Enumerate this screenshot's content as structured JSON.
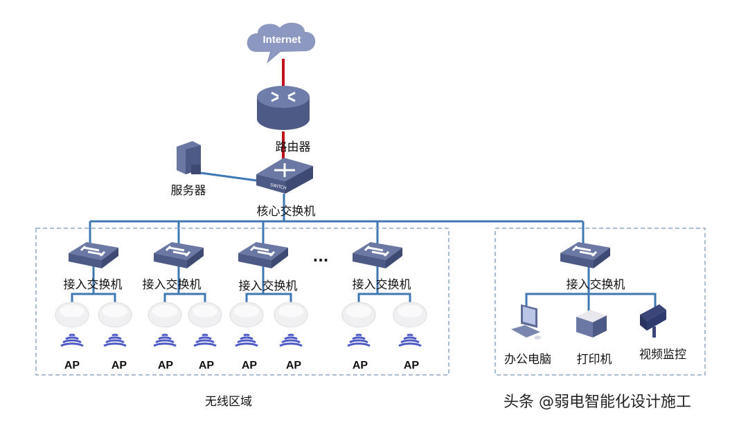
{
  "colors": {
    "link_blue": "#3d78b5",
    "wan_red": "#c0121b",
    "device": "#5d6b95",
    "zone_border": "#8aa7c8"
  },
  "internet": {
    "label": "Internet",
    "icon": "cloud-icon"
  },
  "router": {
    "label": "路由器",
    "icon": "router-icon"
  },
  "server": {
    "label": "服务器",
    "icon": "server-icon"
  },
  "core_switch": {
    "label": "核心交换机",
    "badge": "SWITCH",
    "icon": "switch-icon"
  },
  "wireless_zone": {
    "label": "无线区域",
    "ellipsis": "...",
    "access_switches": [
      {
        "label": "接入交换机",
        "aps": [
          "AP",
          "AP"
        ]
      },
      {
        "label": "接入交换机",
        "aps": [
          "AP",
          "AP"
        ]
      },
      {
        "label": "接入交换机",
        "aps": [
          "AP",
          "AP"
        ]
      },
      {
        "label": "接入交换机",
        "aps": [
          "AP",
          "AP"
        ]
      }
    ]
  },
  "wired_zone": {
    "access_switch": {
      "label": "接入交换机"
    },
    "devices": [
      {
        "label": "办公电脑",
        "icon": "computer-icon"
      },
      {
        "label": "打印机",
        "icon": "printer-icon"
      },
      {
        "label": "视频监控",
        "icon": "camera-icon"
      }
    ]
  },
  "watermark": "头条 @弱电智能化设计施工"
}
